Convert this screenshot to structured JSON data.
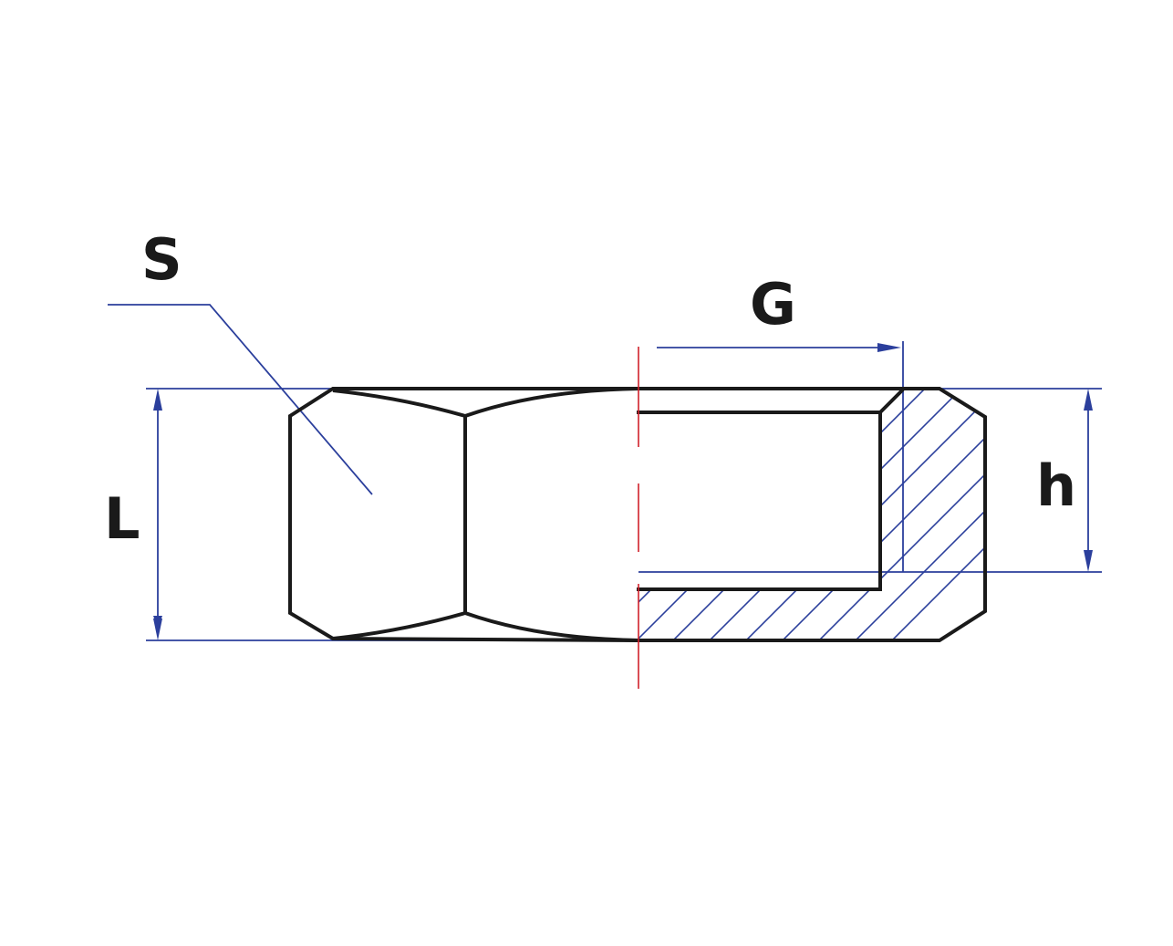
{
  "labels": {
    "S": "S",
    "G": "G",
    "L": "L",
    "h": "h"
  },
  "colors": {
    "outline": "#1a1a1a",
    "dimension": "#2b3f9c",
    "centerline": "#d0202a",
    "label": "#1a1a1a",
    "background": "#ffffff"
  }
}
